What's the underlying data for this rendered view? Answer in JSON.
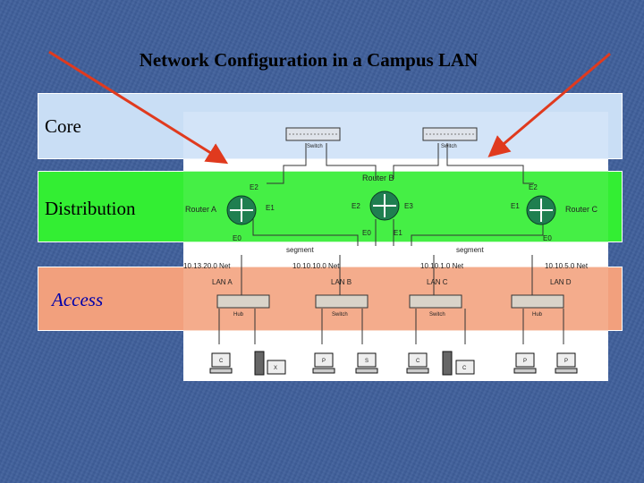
{
  "slide": {
    "title": "Network Configuration in a Campus LAN"
  },
  "layers": {
    "core": "Core",
    "distribution": "Distribution",
    "access": "Access"
  },
  "colors": {
    "background": "#3f5f9b",
    "core_band": "#c9def5",
    "distribution_band": "#33ee33",
    "access_band": "#f2a07d",
    "arrow": "#e03a1e"
  },
  "diagram": {
    "core_switches": [
      "Switch",
      "Switch"
    ],
    "routers": {
      "a": "Router A",
      "b": "Router B",
      "c": "Router C"
    },
    "ports": {
      "a_e2": "E2",
      "a_e1": "E1",
      "a_e0": "E0",
      "b_e2": "E2",
      "b_e3": "E3",
      "b_e0": "E0",
      "b_e1": "E1",
      "c_e2": "E2",
      "c_e1": "E1",
      "c_e0": "E0"
    },
    "segments": [
      "segment",
      "segment"
    ],
    "nets": [
      "10.13.20.0 Net",
      "10.10.10.0 Net",
      "10.10.1.0 Net",
      "10.10.5.0 Net"
    ],
    "lans": [
      "LAN A",
      "LAN B",
      "LAN C",
      "LAN D"
    ],
    "access_devices": [
      "Hub",
      "Switch",
      "Switch",
      "Hub"
    ],
    "hosts": [
      "C",
      "X",
      "P",
      "S",
      "C",
      "C",
      "P",
      "P"
    ]
  }
}
